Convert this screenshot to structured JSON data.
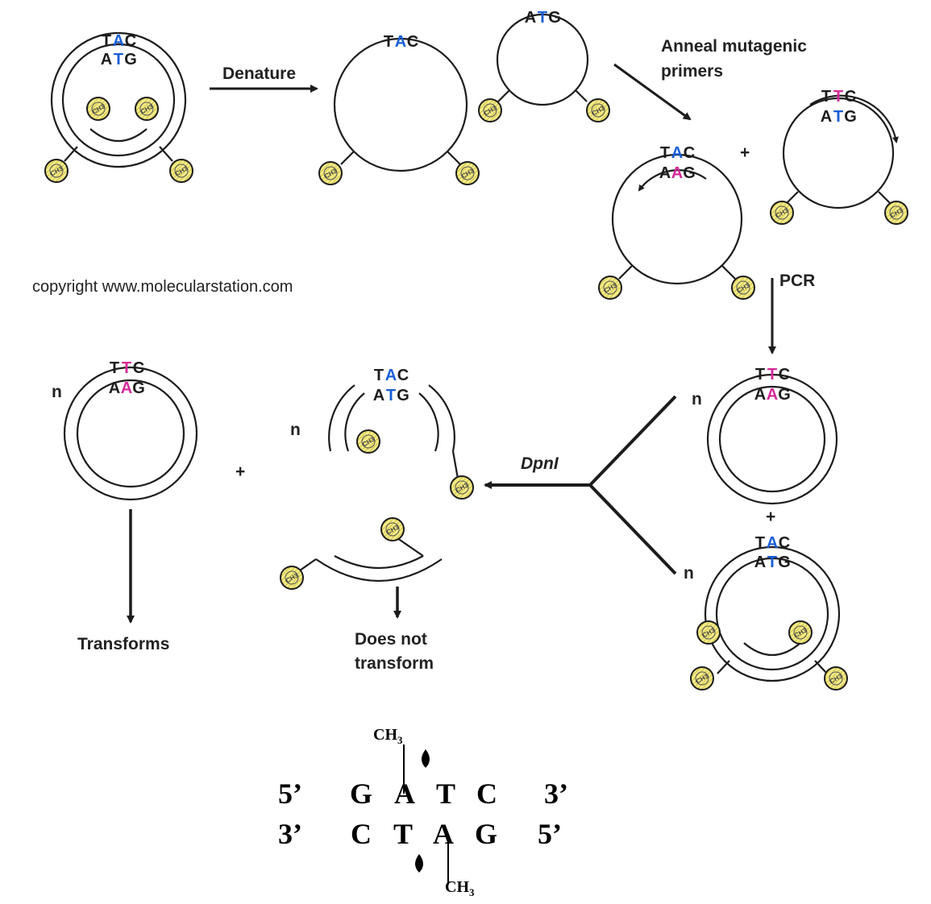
{
  "colors": {
    "blue_base": "#1a5fd6",
    "magenta_base": "#d42a9a",
    "methyl_fill": "#f3ec8a",
    "ink": "#1c1c1c"
  },
  "labels": {
    "denature": "Denature",
    "anneal_line1": "Anneal mutagenic",
    "anneal_line2": "primers",
    "pcr": "PCR",
    "dpni": "DpnI",
    "transforms": "Transforms",
    "does_not_line1": "Does not",
    "does_not_line2": "transform",
    "copyright": "copyright www.molecularstation.com",
    "plus": "+",
    "n": "n"
  },
  "methyl_label": "CH3",
  "sequences": {
    "top_tac": [
      "T",
      "A",
      "C"
    ],
    "bottom_atg": [
      "A",
      "T",
      "G"
    ],
    "mut_ttc": [
      "T",
      "T",
      "C"
    ],
    "mut_aag": [
      "A",
      "A",
      "G"
    ]
  },
  "gatc": {
    "row1": [
      "5’",
      "G",
      "A",
      "T",
      "C",
      "3’"
    ],
    "row2": [
      "3’",
      "C",
      "T",
      "A",
      "G",
      "5’"
    ],
    "ch3": "CH",
    "ch3_sub": "3"
  }
}
